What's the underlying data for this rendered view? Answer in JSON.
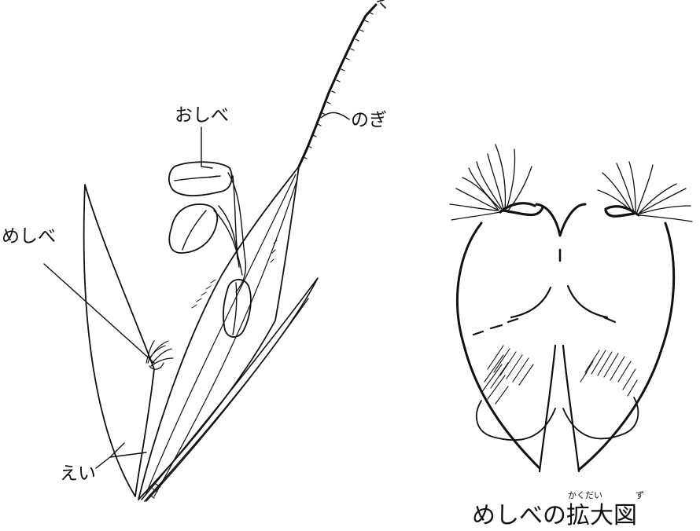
{
  "left_figure": {
    "labels": {
      "stamen": "おしべ",
      "awn": "のぎ",
      "pistil": "めしべ",
      "glume": "えい"
    }
  },
  "right_figure": {
    "caption": "めしべの拡大図",
    "caption_ruby": {
      "kakudai": "かくだい",
      "zu": "ず"
    }
  }
}
